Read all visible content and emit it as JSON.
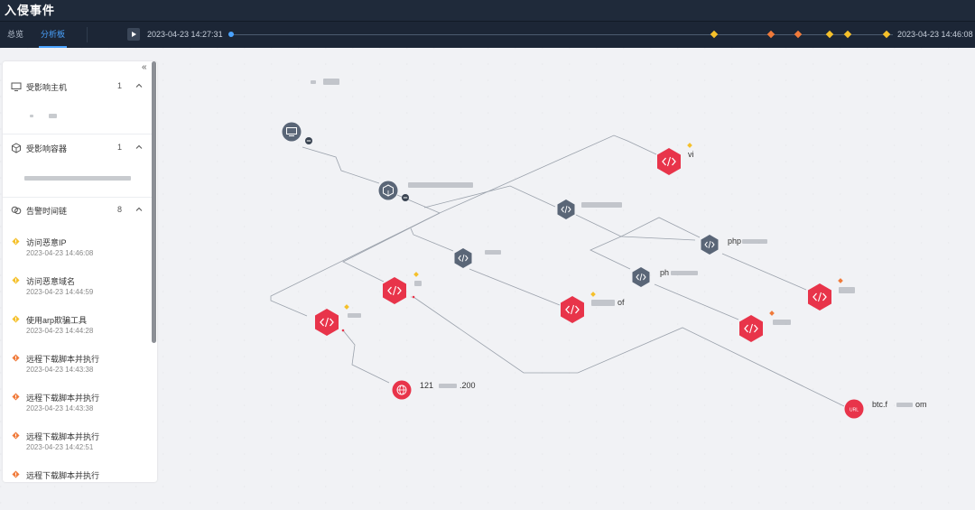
{
  "header": {
    "title": "入侵事件"
  },
  "tabs": [
    {
      "label": "总览",
      "active": false
    },
    {
      "label": "分析板",
      "active": true
    }
  ],
  "timeline": {
    "start": "2023-04-23 14:27:31",
    "end": "2023-04-23 14:46:08",
    "markers": [
      {
        "position": 0.73,
        "severity": "medium"
      },
      {
        "position": 0.816,
        "severity": "high"
      },
      {
        "position": 0.857,
        "severity": "high"
      },
      {
        "position": 0.904,
        "severity": "medium"
      },
      {
        "position": 0.932,
        "severity": "medium"
      },
      {
        "position": 0.99,
        "severity": "medium"
      }
    ]
  },
  "sidebar": {
    "sections": [
      {
        "title": "受影响主机",
        "count": "1",
        "icon": "monitor-icon"
      },
      {
        "title": "受影响容器",
        "count": "1",
        "icon": "container-icon"
      },
      {
        "title": "告警时间链",
        "count": "8",
        "icon": "link-icon"
      }
    ],
    "alerts": [
      {
        "title": "访问恶意IP",
        "time": "2023-04-23 14:46:08",
        "severity": "medium"
      },
      {
        "title": "访问恶意域名",
        "time": "2023-04-23 14:44:59",
        "severity": "medium"
      },
      {
        "title": "使用arp欺骗工具",
        "time": "2023-04-23 14:44:28",
        "severity": "medium"
      },
      {
        "title": "远程下载脚本并执行",
        "time": "2023-04-23 14:43:38",
        "severity": "high"
      },
      {
        "title": "远程下载脚本并执行",
        "time": "2023-04-23 14:43:38",
        "severity": "high"
      },
      {
        "title": "远程下载脚本并执行",
        "time": "2023-04-23 14:42:51",
        "severity": "high"
      },
      {
        "title": "远程下载脚本并执行",
        "time": "",
        "severity": "high"
      }
    ]
  },
  "graph": {
    "labels": {
      "vi": "vi",
      "php1": "php",
      "php2": "ph",
      "of": "of",
      "ip": "121",
      "ip_tail": ".200",
      "domain": "btc.f",
      "domain_tail": "om"
    }
  },
  "colors": {
    "header_bg": "#1f2a3a",
    "accent": "#4aa3ff",
    "process_node": "#5a6677",
    "alert_node": "#e8344a",
    "warn": "#f5c02a",
    "high": "#f07a3a"
  }
}
